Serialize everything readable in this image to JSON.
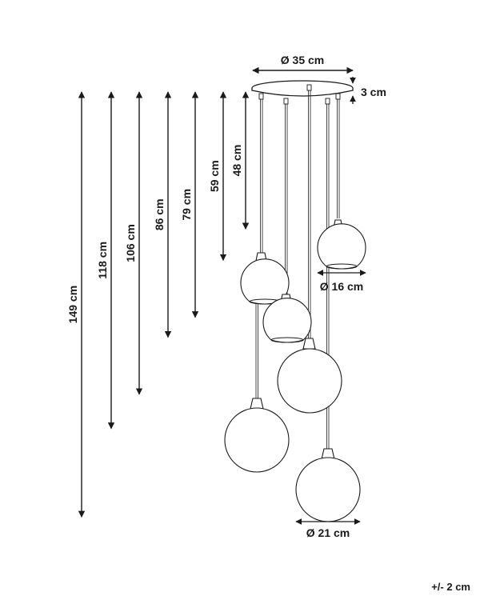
{
  "diagram": {
    "canopy": {
      "diameter_label": "Ø 35 cm",
      "height_label": "3 cm"
    },
    "small_shade": {
      "diameter_label": "Ø 16 cm"
    },
    "large_shade": {
      "diameter_label": "Ø 21 cm"
    },
    "drop_lengths": [
      {
        "label": "149 cm",
        "value": 149
      },
      {
        "label": "118 cm",
        "value": 118
      },
      {
        "label": "106 cm",
        "value": 106
      },
      {
        "label": "86 cm",
        "value": 86
      },
      {
        "label": "79 cm",
        "value": 79
      },
      {
        "label": "59 cm",
        "value": 59
      },
      {
        "label": "48 cm",
        "value": 48
      }
    ],
    "tolerance": "+/- 2 cm",
    "colors": {
      "line": "#1a1a1a",
      "background": "#ffffff"
    }
  }
}
